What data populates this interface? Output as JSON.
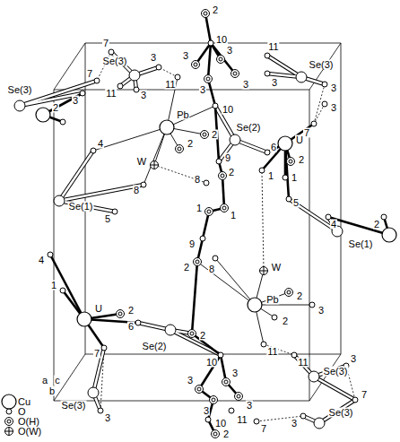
{
  "diagram": {
    "labels": [
      "2",
      "7",
      "10",
      "Se(3)",
      "3",
      "3",
      "3",
      "11",
      "Se(3)",
      "3",
      "3",
      "3",
      "11",
      "7",
      "11",
      "3",
      "Se(3)",
      "3",
      "3",
      "3",
      "2",
      "Pb",
      "10",
      "2",
      "Se(2)",
      "6",
      "7",
      "U",
      "2",
      "1",
      "4",
      "2",
      "W",
      "9",
      "8",
      "2",
      "1",
      "8",
      "5",
      "4",
      "Se(1)",
      "5",
      "1",
      "1",
      "Se(1)",
      "4",
      "9",
      "8",
      "2",
      "W",
      "1",
      "U",
      "2",
      "Pb",
      "2",
      "3",
      "6",
      "2",
      "Se(2)",
      "2",
      "7",
      "10",
      "11",
      "11",
      "Se(3)",
      "3",
      "3",
      "3",
      "3",
      "3",
      "7",
      "3",
      "Se(3)",
      "3",
      "Se(3)",
      "11",
      "7",
      "10",
      "2",
      "2",
      "a",
      "c",
      "b"
    ],
    "legend": [
      {
        "text": "Cu"
      },
      {
        "text": "O"
      },
      {
        "text": "O(H)"
      },
      {
        "text": "O(W)"
      }
    ]
  }
}
